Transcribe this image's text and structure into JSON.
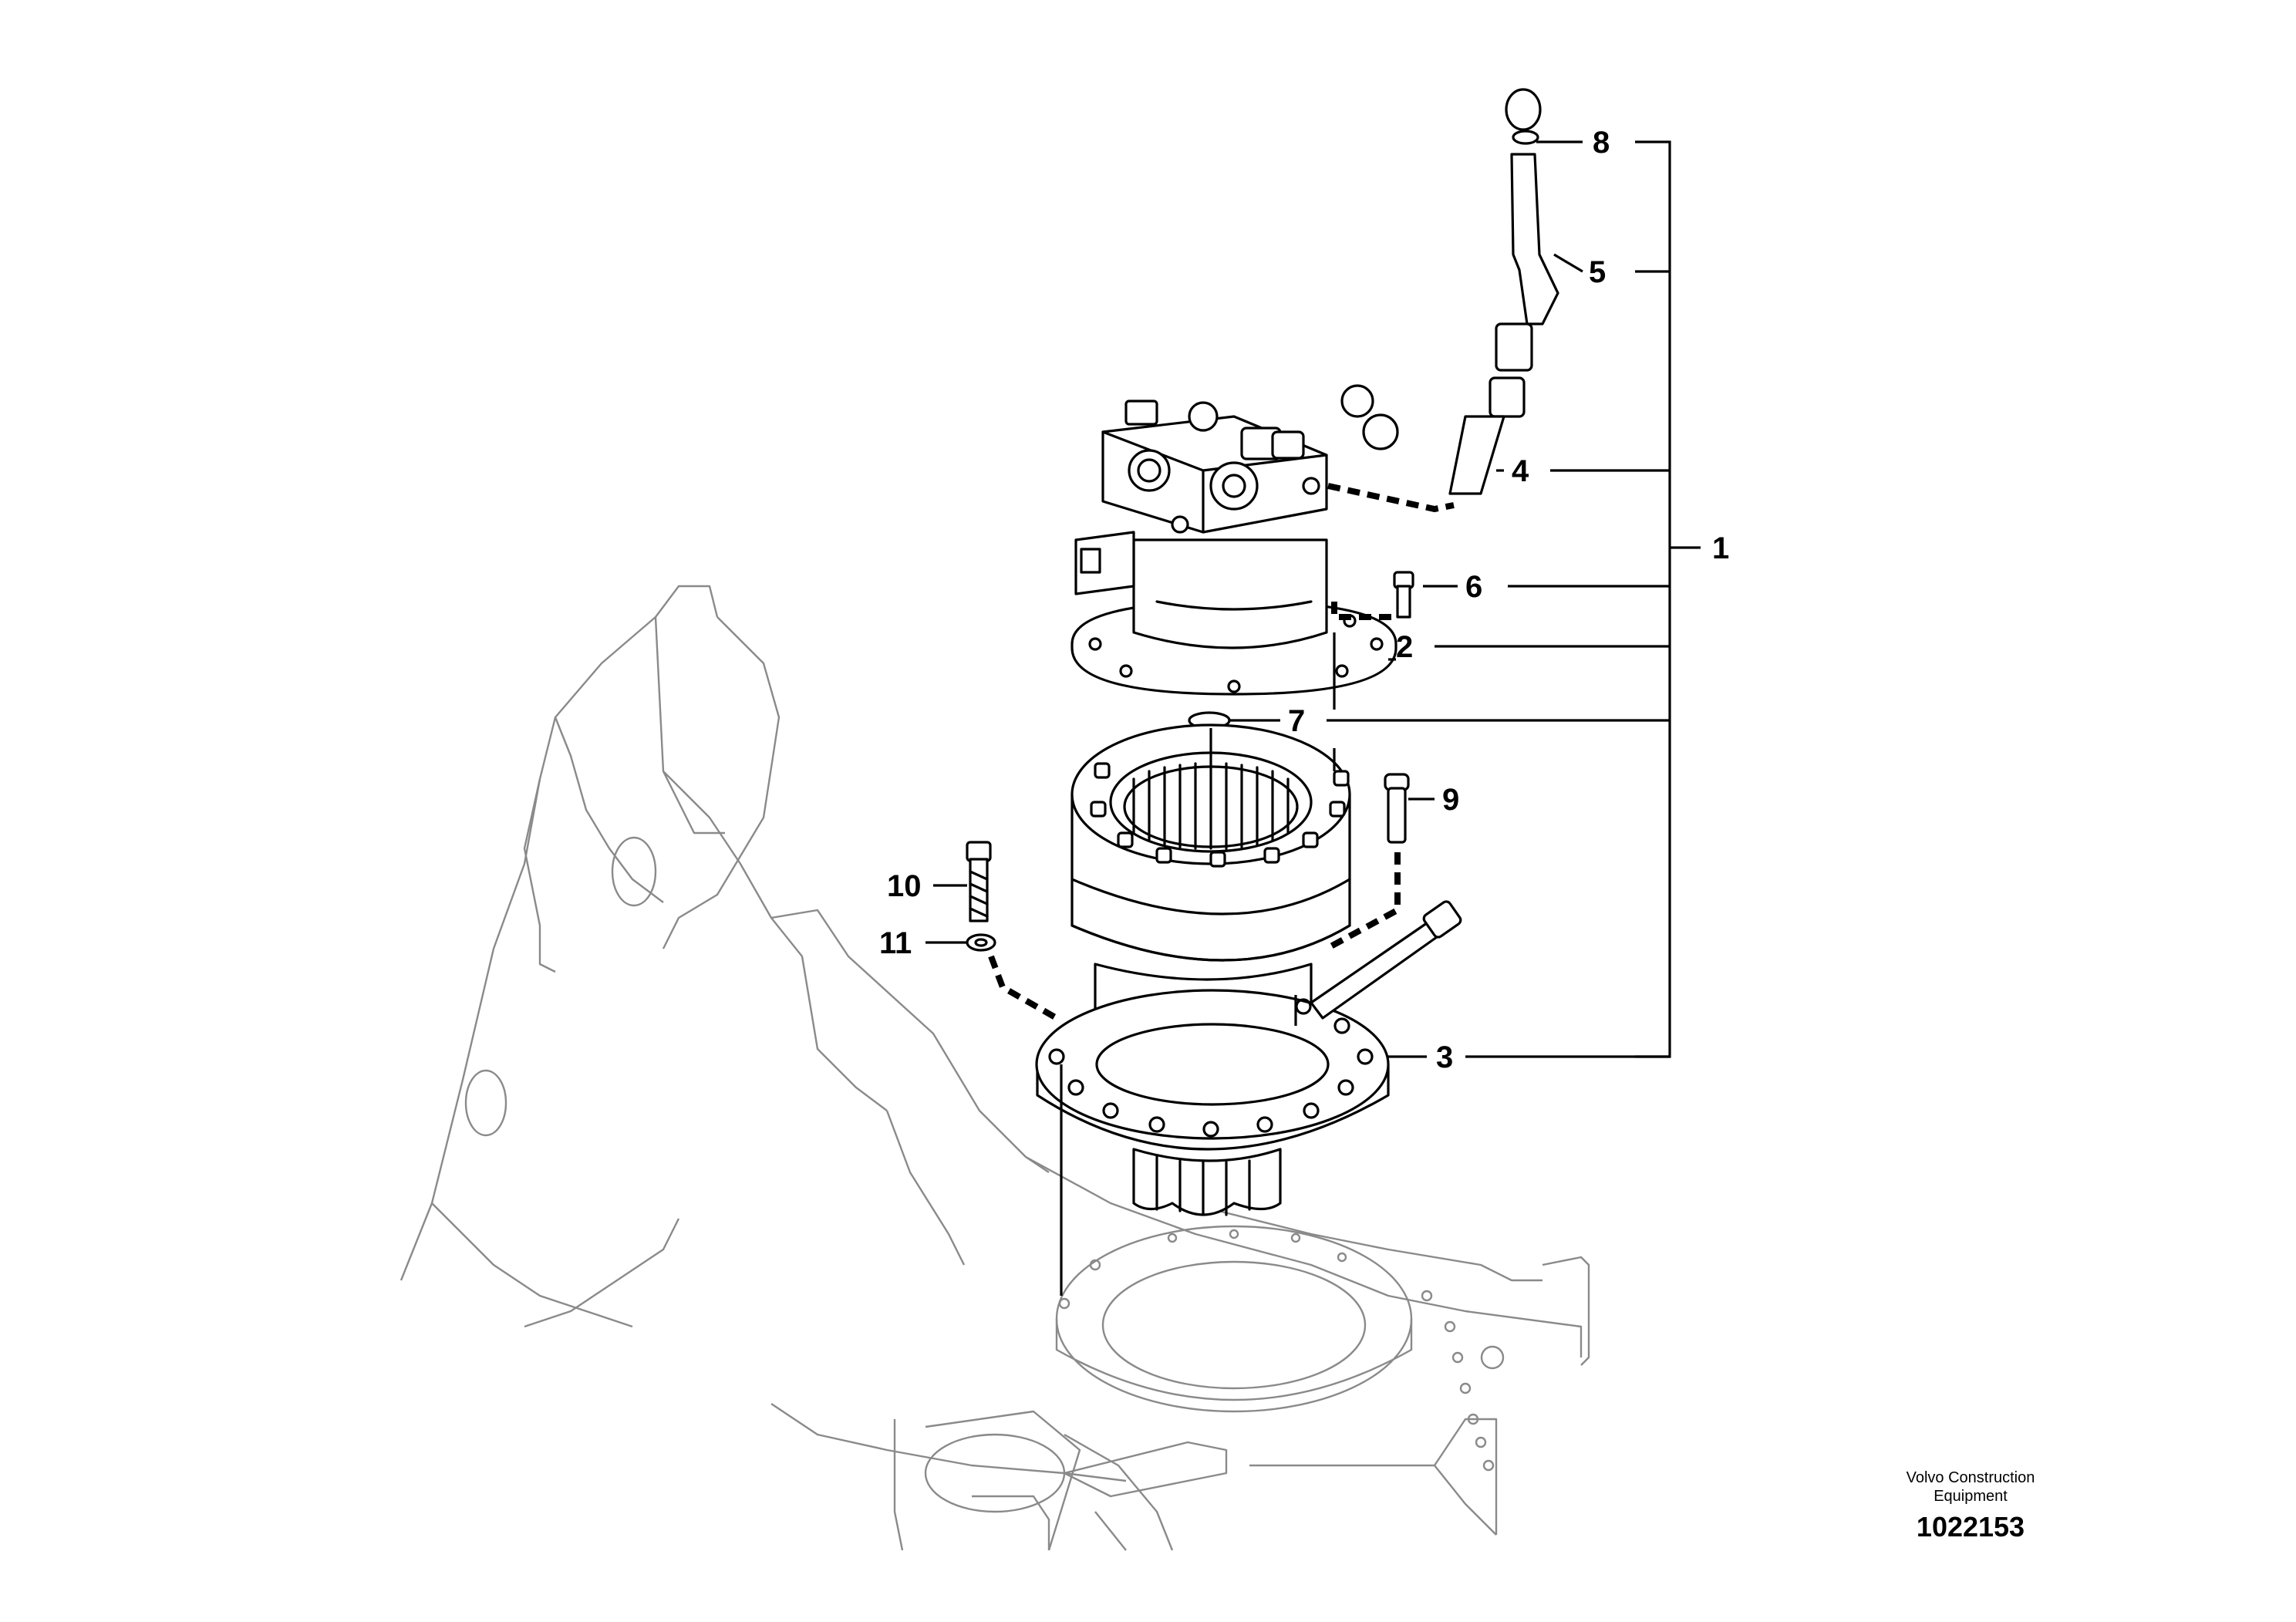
{
  "callouts": [
    {
      "id": "1",
      "label": "1"
    },
    {
      "id": "2",
      "label": "2"
    },
    {
      "id": "3",
      "label": "3"
    },
    {
      "id": "4",
      "label": "4"
    },
    {
      "id": "5",
      "label": "5"
    },
    {
      "id": "6",
      "label": "6"
    },
    {
      "id": "7",
      "label": "7"
    },
    {
      "id": "8",
      "label": "8"
    },
    {
      "id": "9",
      "label": "9"
    },
    {
      "id": "10",
      "label": "10"
    },
    {
      "id": "11",
      "label": "11"
    }
  ],
  "footer": {
    "company_line1": "Volvo Construction",
    "company_line2": "Equipment",
    "drawing_number": "1022153"
  }
}
